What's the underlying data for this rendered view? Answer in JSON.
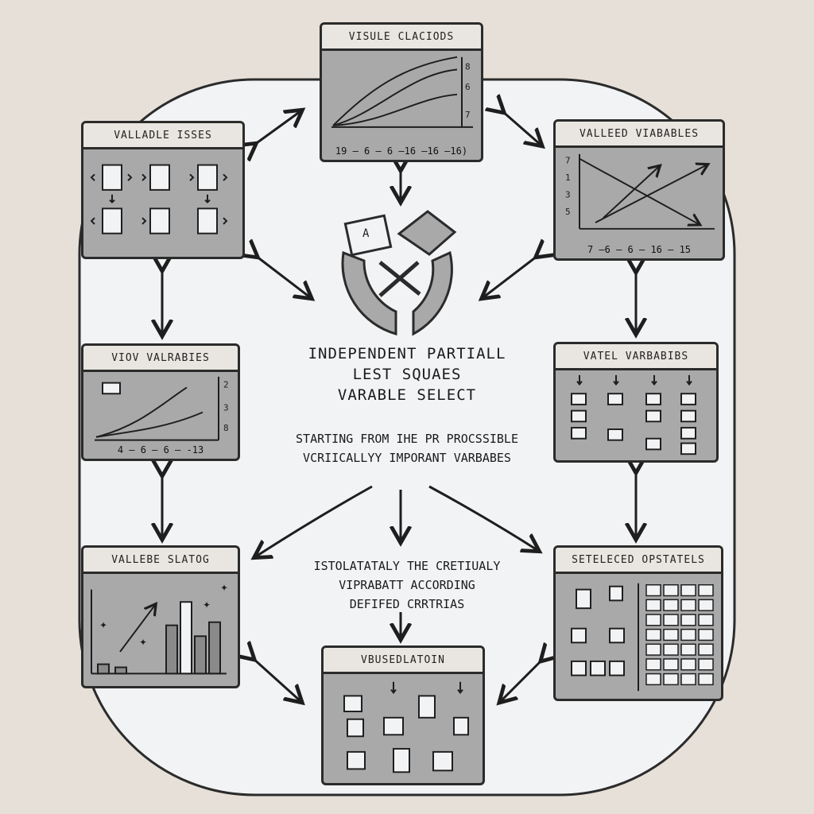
{
  "panels": {
    "top": {
      "title": "VISULE CLACIODS",
      "ticks": "19 — 6 — 6 —16 —16 —16)"
    },
    "upper_left": {
      "title": "VALLADLE ISSES"
    },
    "upper_right": {
      "title": "VALLEED VIABABLES",
      "ticks": "7 —6 — 6 — 16 — 15"
    },
    "mid_left": {
      "title": "VIOV VALRABIES",
      "ticks": "4 — 6 — 6 — -13"
    },
    "mid_right": {
      "title": "VATEL VARBABIBS"
    },
    "lower_left": {
      "title": "VALLEBE SLATOG"
    },
    "lower_right": {
      "title": "SETELECED OPSTATELS"
    },
    "bottom": {
      "title": "VBUSEDLATOIN"
    }
  },
  "center": {
    "icon_letter": "A",
    "title_lines": [
      "INDEPENDENT PARTIALL",
      "LEST SQUAES",
      "VARABLE SELECT"
    ],
    "subtitle_lines": [
      "STARTING FROM IHE PR PROCSSIBLE",
      "VCRIICALLYY IMPORANT VARBABES"
    ],
    "isolate_lines": [
      "ISTOLATATALY THE CRETIUALY",
      "VIPRABATT ACCORDING",
      "DEFIFED CRRTRIAS"
    ]
  },
  "colors": {
    "background": "#e6e0d8",
    "panel_fill": "#a9a9a9",
    "header_fill": "#e9e6e1",
    "ink": "#2b2b2b",
    "ring_fill": "#f2f3f5"
  }
}
